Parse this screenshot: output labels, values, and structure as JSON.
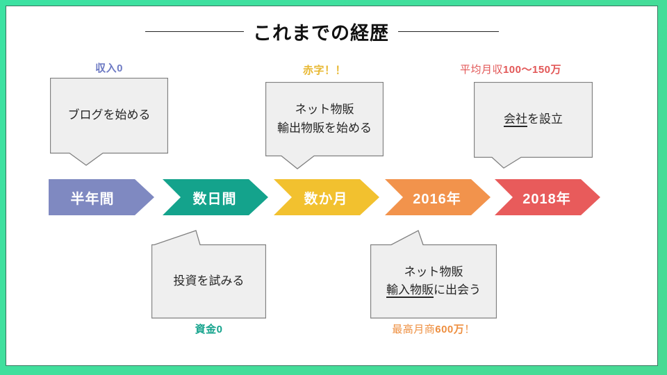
{
  "title": "これまでの経歴",
  "frame": {
    "gradient_start": "#3ce2a2",
    "gradient_end": "#48da94"
  },
  "callout_style": {
    "fill": "#efefef",
    "border": "#7f7f7f"
  },
  "timeline": {
    "steps": [
      {
        "label": "半年間",
        "color": "#7f89c1"
      },
      {
        "label": "数日間",
        "color": "#14a38c"
      },
      {
        "label": "数か月",
        "color": "#f2c12f"
      },
      {
        "label": "2016年",
        "color": "#f2934c"
      },
      {
        "label": "2018年",
        "color": "#e85b5b"
      }
    ]
  },
  "callouts": {
    "blog": {
      "tag": "収入0",
      "tag_color": "#6e7bc4",
      "text": "ブログを始める"
    },
    "export": {
      "tag": "赤字！！",
      "tag_color": "#e8b832",
      "line1": "ネット物販",
      "line2": "輸出物販を始める"
    },
    "company": {
      "tag_regular": "平均月収",
      "tag_bold": "100～150万",
      "tag_color": "#e25757",
      "text_underlined": "会社",
      "text_rest": "を設立"
    },
    "invest": {
      "text": "投資を試みる",
      "tag": "資金0",
      "tag_color": "#14a38c"
    },
    "import": {
      "line1": "ネット物販",
      "line2_underlined": "輸入物販",
      "line2_rest": "に出会う",
      "tag_regular": "最高月商",
      "tag_bold": "600万",
      "tag_suffix": "！",
      "tag_color": "#ee8f40"
    }
  }
}
